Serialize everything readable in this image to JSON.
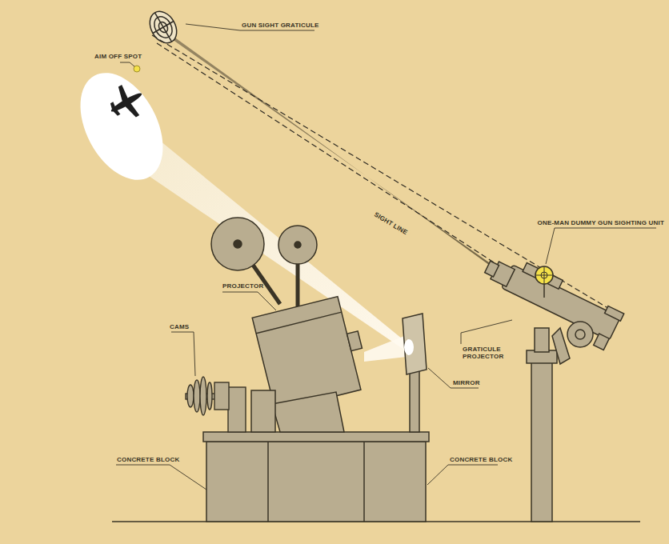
{
  "diagram": {
    "labels": [
      "AIM OFF SPOT",
      "GUN SIGHT GRATICULE",
      "SIGHT LINE",
      "ONE-MAN DUMMY GUN SIGHTING UNIT",
      "PROJECTOR",
      "CAMS",
      "MIRROR",
      "GRATICULE PROJECTOR",
      "CONCRETE BLOCK",
      "CONCRETE BLOCK"
    ]
  }
}
